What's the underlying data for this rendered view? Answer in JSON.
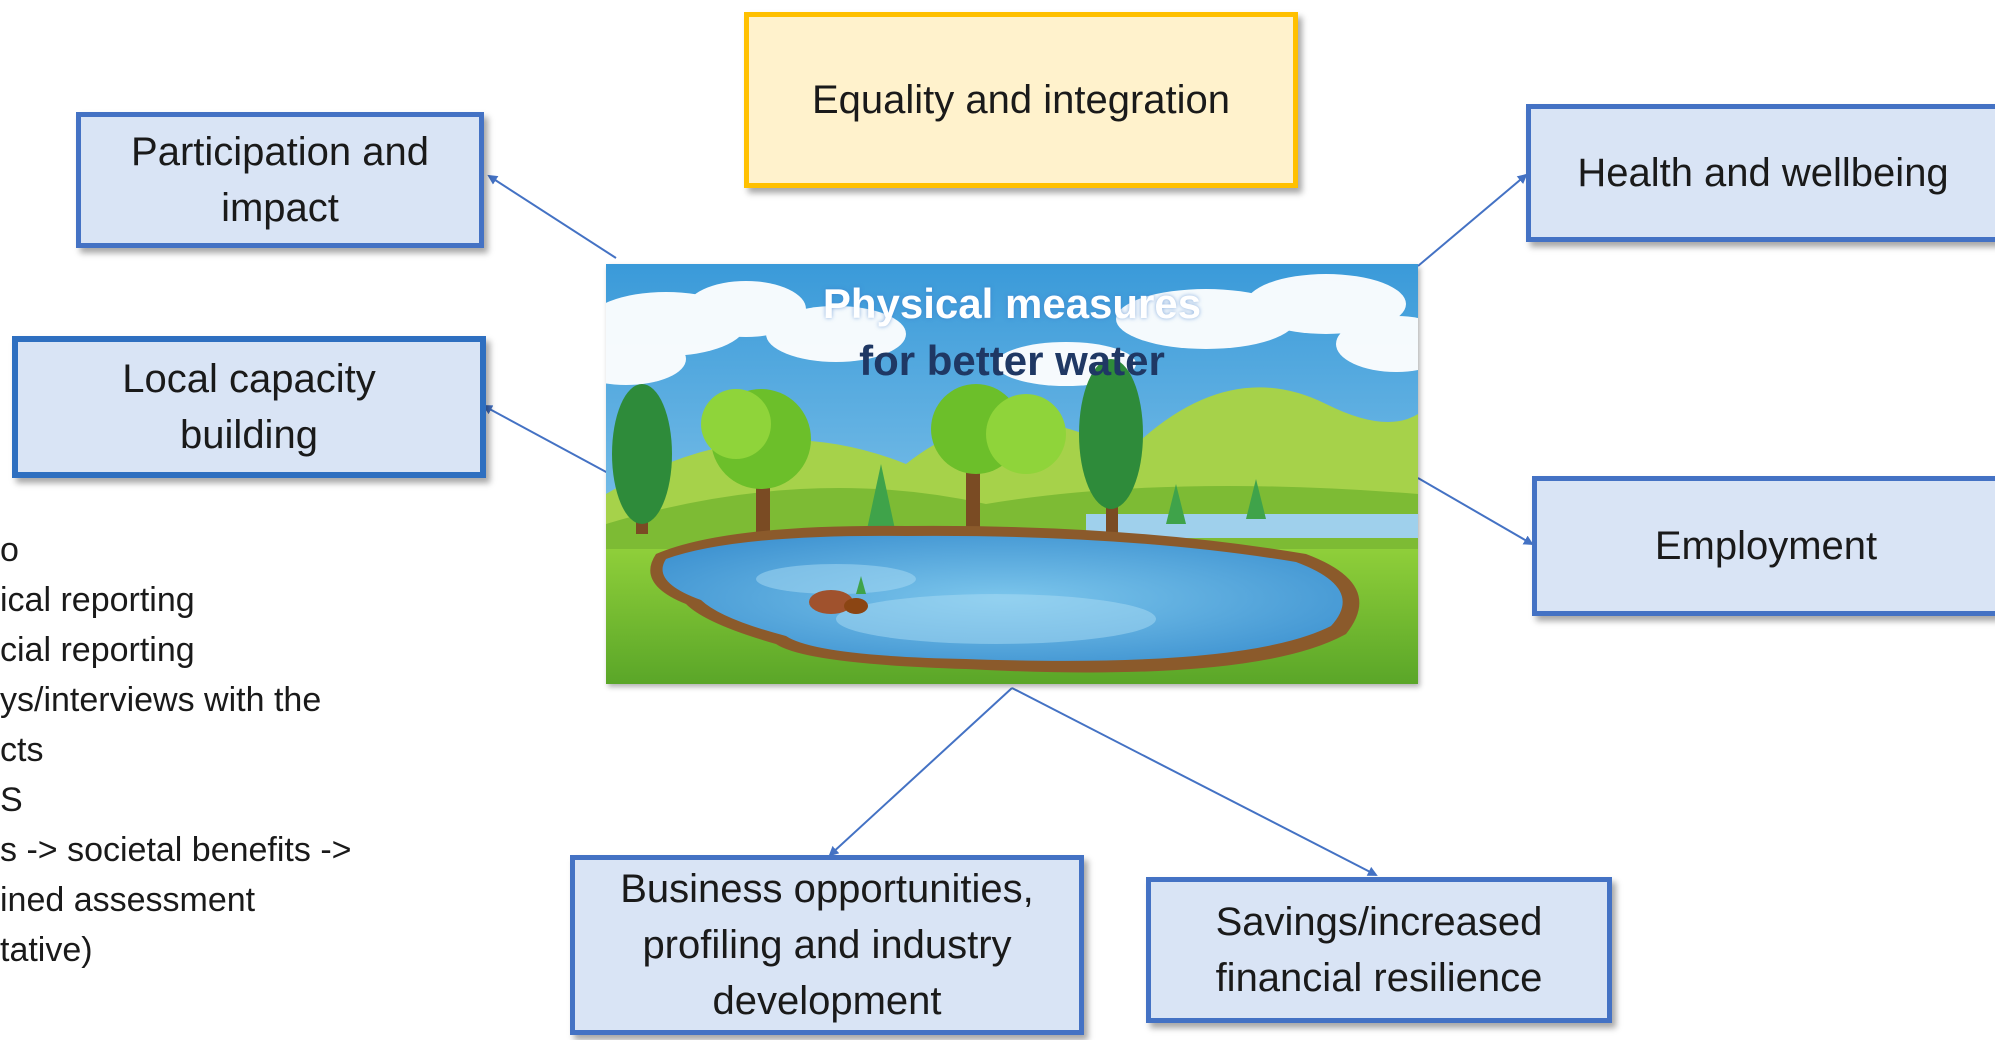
{
  "center": {
    "title_line1": "Physical measures",
    "title_line2": "for better water"
  },
  "nodes": {
    "equality": "Equality and integration",
    "participation": "Participation and\nimpact",
    "local_capacity": "Local capacity\nbuilding",
    "health": "Health and wellbeing",
    "employment": "Employment",
    "business": "Business opportunities,\nprofiling and industry\ndevelopment",
    "savings": "Savings/increased\nfinancial resilience"
  },
  "side_notes": [
    "o",
    "ical reporting",
    "cial reporting",
    "ys/interviews with the",
    "cts",
    "S",
    "s -> societal benefits ->",
    "ined assessment",
    "tative)"
  ],
  "colors": {
    "box_fill": "#d9e4f5",
    "box_border": "#4472c4",
    "highlight_fill": "#fff2cc",
    "highlight_border": "#ffc000",
    "connector": "#4472c4"
  }
}
